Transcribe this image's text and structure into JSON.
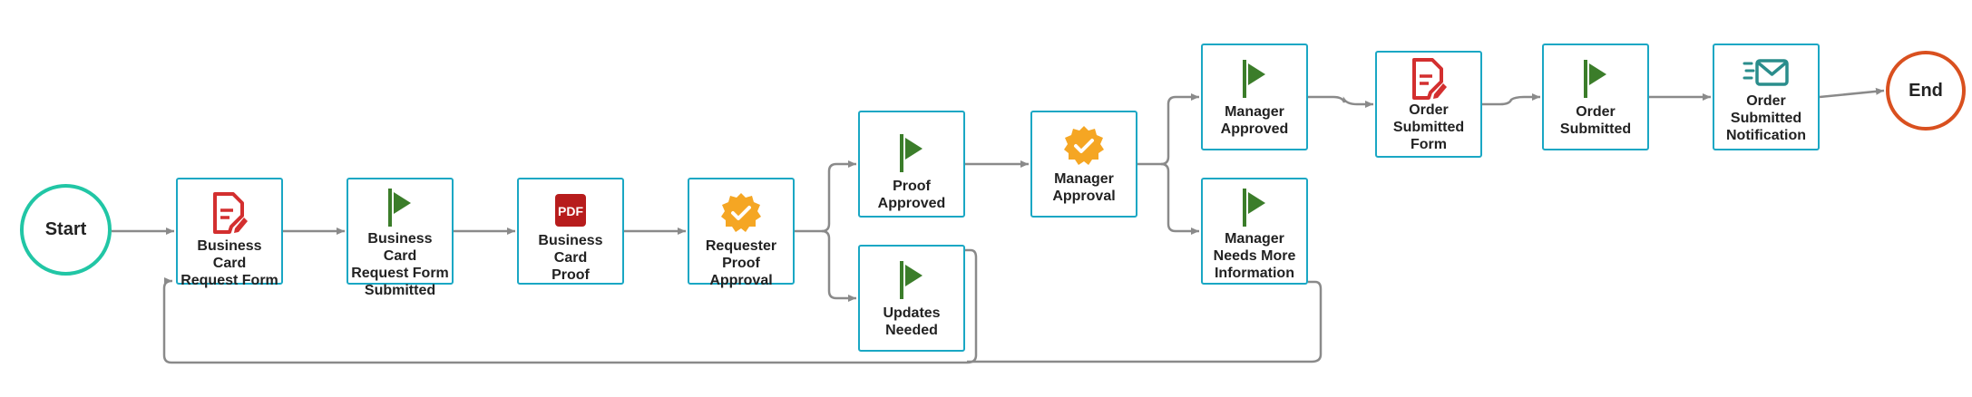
{
  "diagram": {
    "start_label": "Start",
    "end_label": "End",
    "colors": {
      "node_border": "#1aa7c4",
      "start_border": "#21c6a5",
      "end_border": "#d9501f",
      "connector": "#8a8a8a",
      "flag": "#3b7d2a",
      "form_icon": "#d32f2f",
      "pdf_icon": "#b71c1c",
      "badge_icon": "#f5a623",
      "mail_icon": "#2a8d8c"
    },
    "nodes": [
      {
        "id": "business-card-request-form",
        "label": "Business Card\nRequest Form",
        "icon": "form-icon"
      },
      {
        "id": "business-card-request-form-submitted",
        "label": "Business Card\nRequest Form\nSubmitted",
        "icon": "flag-icon"
      },
      {
        "id": "business-card-proof",
        "label": "Business Card\nProof",
        "icon": "pdf-icon"
      },
      {
        "id": "requester-proof-approval",
        "label": "Requester\nProof Approval",
        "icon": "approval-badge-icon"
      },
      {
        "id": "proof-approved",
        "label": "Proof Approved",
        "icon": "flag-icon"
      },
      {
        "id": "updates-needed",
        "label": "Updates\nNeeded",
        "icon": "flag-icon"
      },
      {
        "id": "manager-approval",
        "label": "Manager\nApproval",
        "icon": "approval-badge-icon"
      },
      {
        "id": "manager-approved",
        "label": "Manager\nApproved",
        "icon": "flag-icon"
      },
      {
        "id": "manager-needs-more-information",
        "label": "Manager\nNeeds More\nInformation",
        "icon": "flag-icon"
      },
      {
        "id": "order-submitted-form",
        "label": "Order\nSubmitted\nForm",
        "icon": "form-icon"
      },
      {
        "id": "order-submitted",
        "label": "Order\nSubmitted",
        "icon": "flag-icon"
      },
      {
        "id": "order-submitted-notification",
        "label": "Order\nSubmitted\nNotification",
        "icon": "mail-icon"
      }
    ]
  }
}
